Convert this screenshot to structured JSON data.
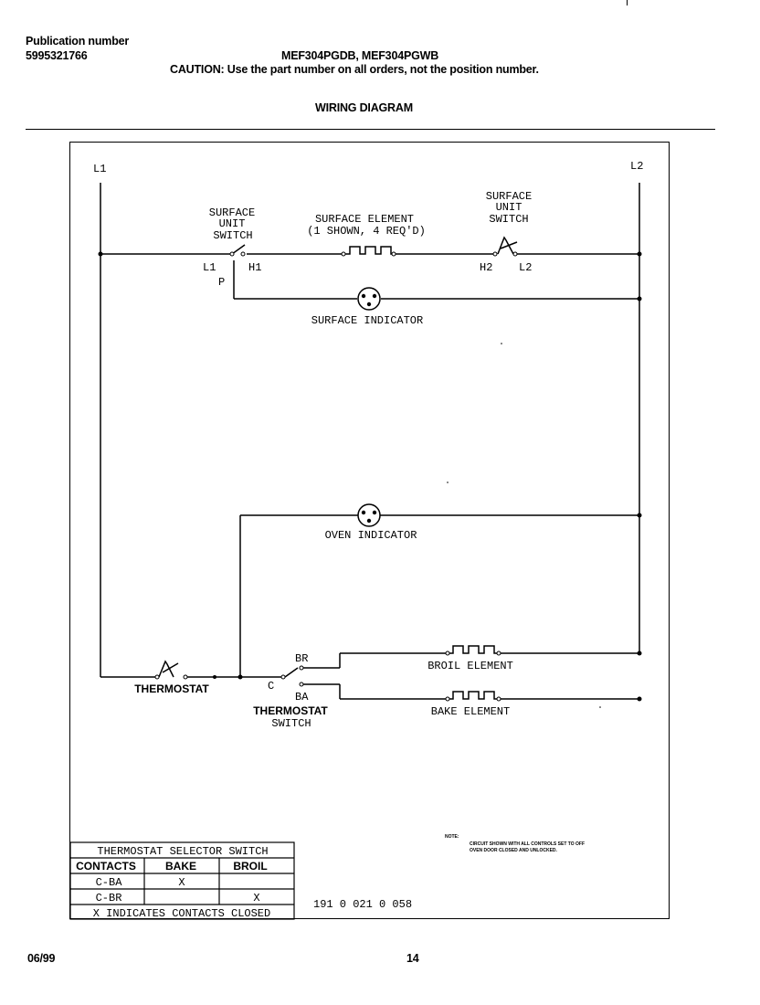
{
  "header": {
    "publication_label": "Publication number",
    "publication_number": "5995321766",
    "models": "MEF304PGDB, MEF304PGWB",
    "caution": "CAUTION:  Use the part number on all orders, not the position number.",
    "section_title": "WIRING DIAGRAM"
  },
  "diagram": {
    "terminals": {
      "l1": "L1",
      "l2": "L2"
    },
    "surface_switch_left": {
      "line1": "SURFACE",
      "line2": "UNIT",
      "line3": "SWITCH",
      "pin_l1": "L1",
      "pin_h1": "H1",
      "pin_p": "P"
    },
    "surface_element": {
      "line1": "SURFACE ELEMENT",
      "line2": "(1 SHOWN, 4 REQ'D)"
    },
    "surface_switch_right": {
      "line1": "SURFACE",
      "line2": "UNIT",
      "line3": "SWITCH",
      "pin_h2": "H2",
      "pin_l2": "L2"
    },
    "surface_indicator": "SURFACE INDICATOR",
    "oven_indicator": "OVEN INDICATOR",
    "thermostat": "THERMOSTAT",
    "thermostat_switch": {
      "line1": "THERMOSTAT",
      "line2": "SWITCH",
      "pin_c": "C",
      "pin_br": "BR",
      "pin_ba": "BA"
    },
    "broil_element": "BROIL ELEMENT",
    "bake_element": "BAKE ELEMENT",
    "note": {
      "label": "NOTE:",
      "line1": "CIRCUIT SHOWN WITH ALL CONTROLS SET TO OFF",
      "line2": "OVEN DOOR CLOSED AND UNLOCKED."
    },
    "drawing_number": "191 0 021 0 058"
  },
  "selector_table": {
    "title": "THERMOSTAT SELECTOR SWITCH",
    "columns": [
      "CONTACTS",
      "BAKE",
      "BROIL"
    ],
    "rows": [
      [
        "C-BA",
        "X",
        ""
      ],
      [
        "C-BR",
        "",
        "X"
      ]
    ],
    "footer": "X INDICATES CONTACTS CLOSED"
  },
  "footer": {
    "date": "06/99",
    "page": "14"
  }
}
